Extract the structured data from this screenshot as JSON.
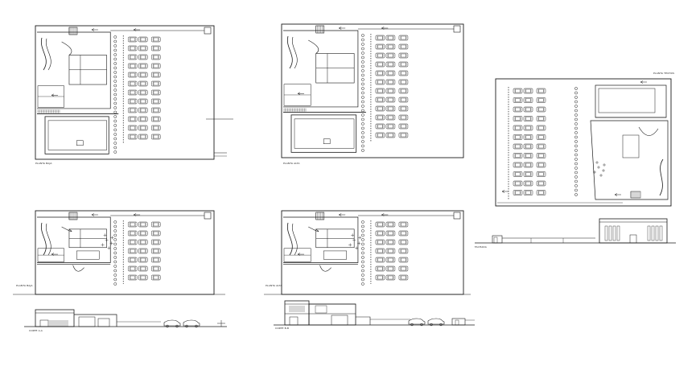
{
  "sheet": {
    "background": "#ffffff",
    "line_color": "#1a1a1a",
    "drawings": [
      {
        "id": "plan-1",
        "kind": "floor-plan",
        "caption": "PLANTA BAJA"
      },
      {
        "id": "plan-2",
        "kind": "floor-plan",
        "caption": "PLANTA ALTA"
      },
      {
        "id": "plan-3",
        "kind": "floor-plan",
        "caption": "PLANTA TECHOS"
      },
      {
        "id": "plan-4",
        "kind": "floor-plan",
        "caption": "PLANTA BAJA"
      },
      {
        "id": "plan-5",
        "kind": "floor-plan",
        "caption": "PLANTA ALTA"
      },
      {
        "id": "section-1",
        "kind": "section",
        "caption": "CORTE A-A"
      },
      {
        "id": "section-2",
        "kind": "section",
        "caption": "CORTE B-B"
      },
      {
        "id": "elevation-1",
        "kind": "elevation",
        "caption": "FACHADA"
      }
    ]
  }
}
